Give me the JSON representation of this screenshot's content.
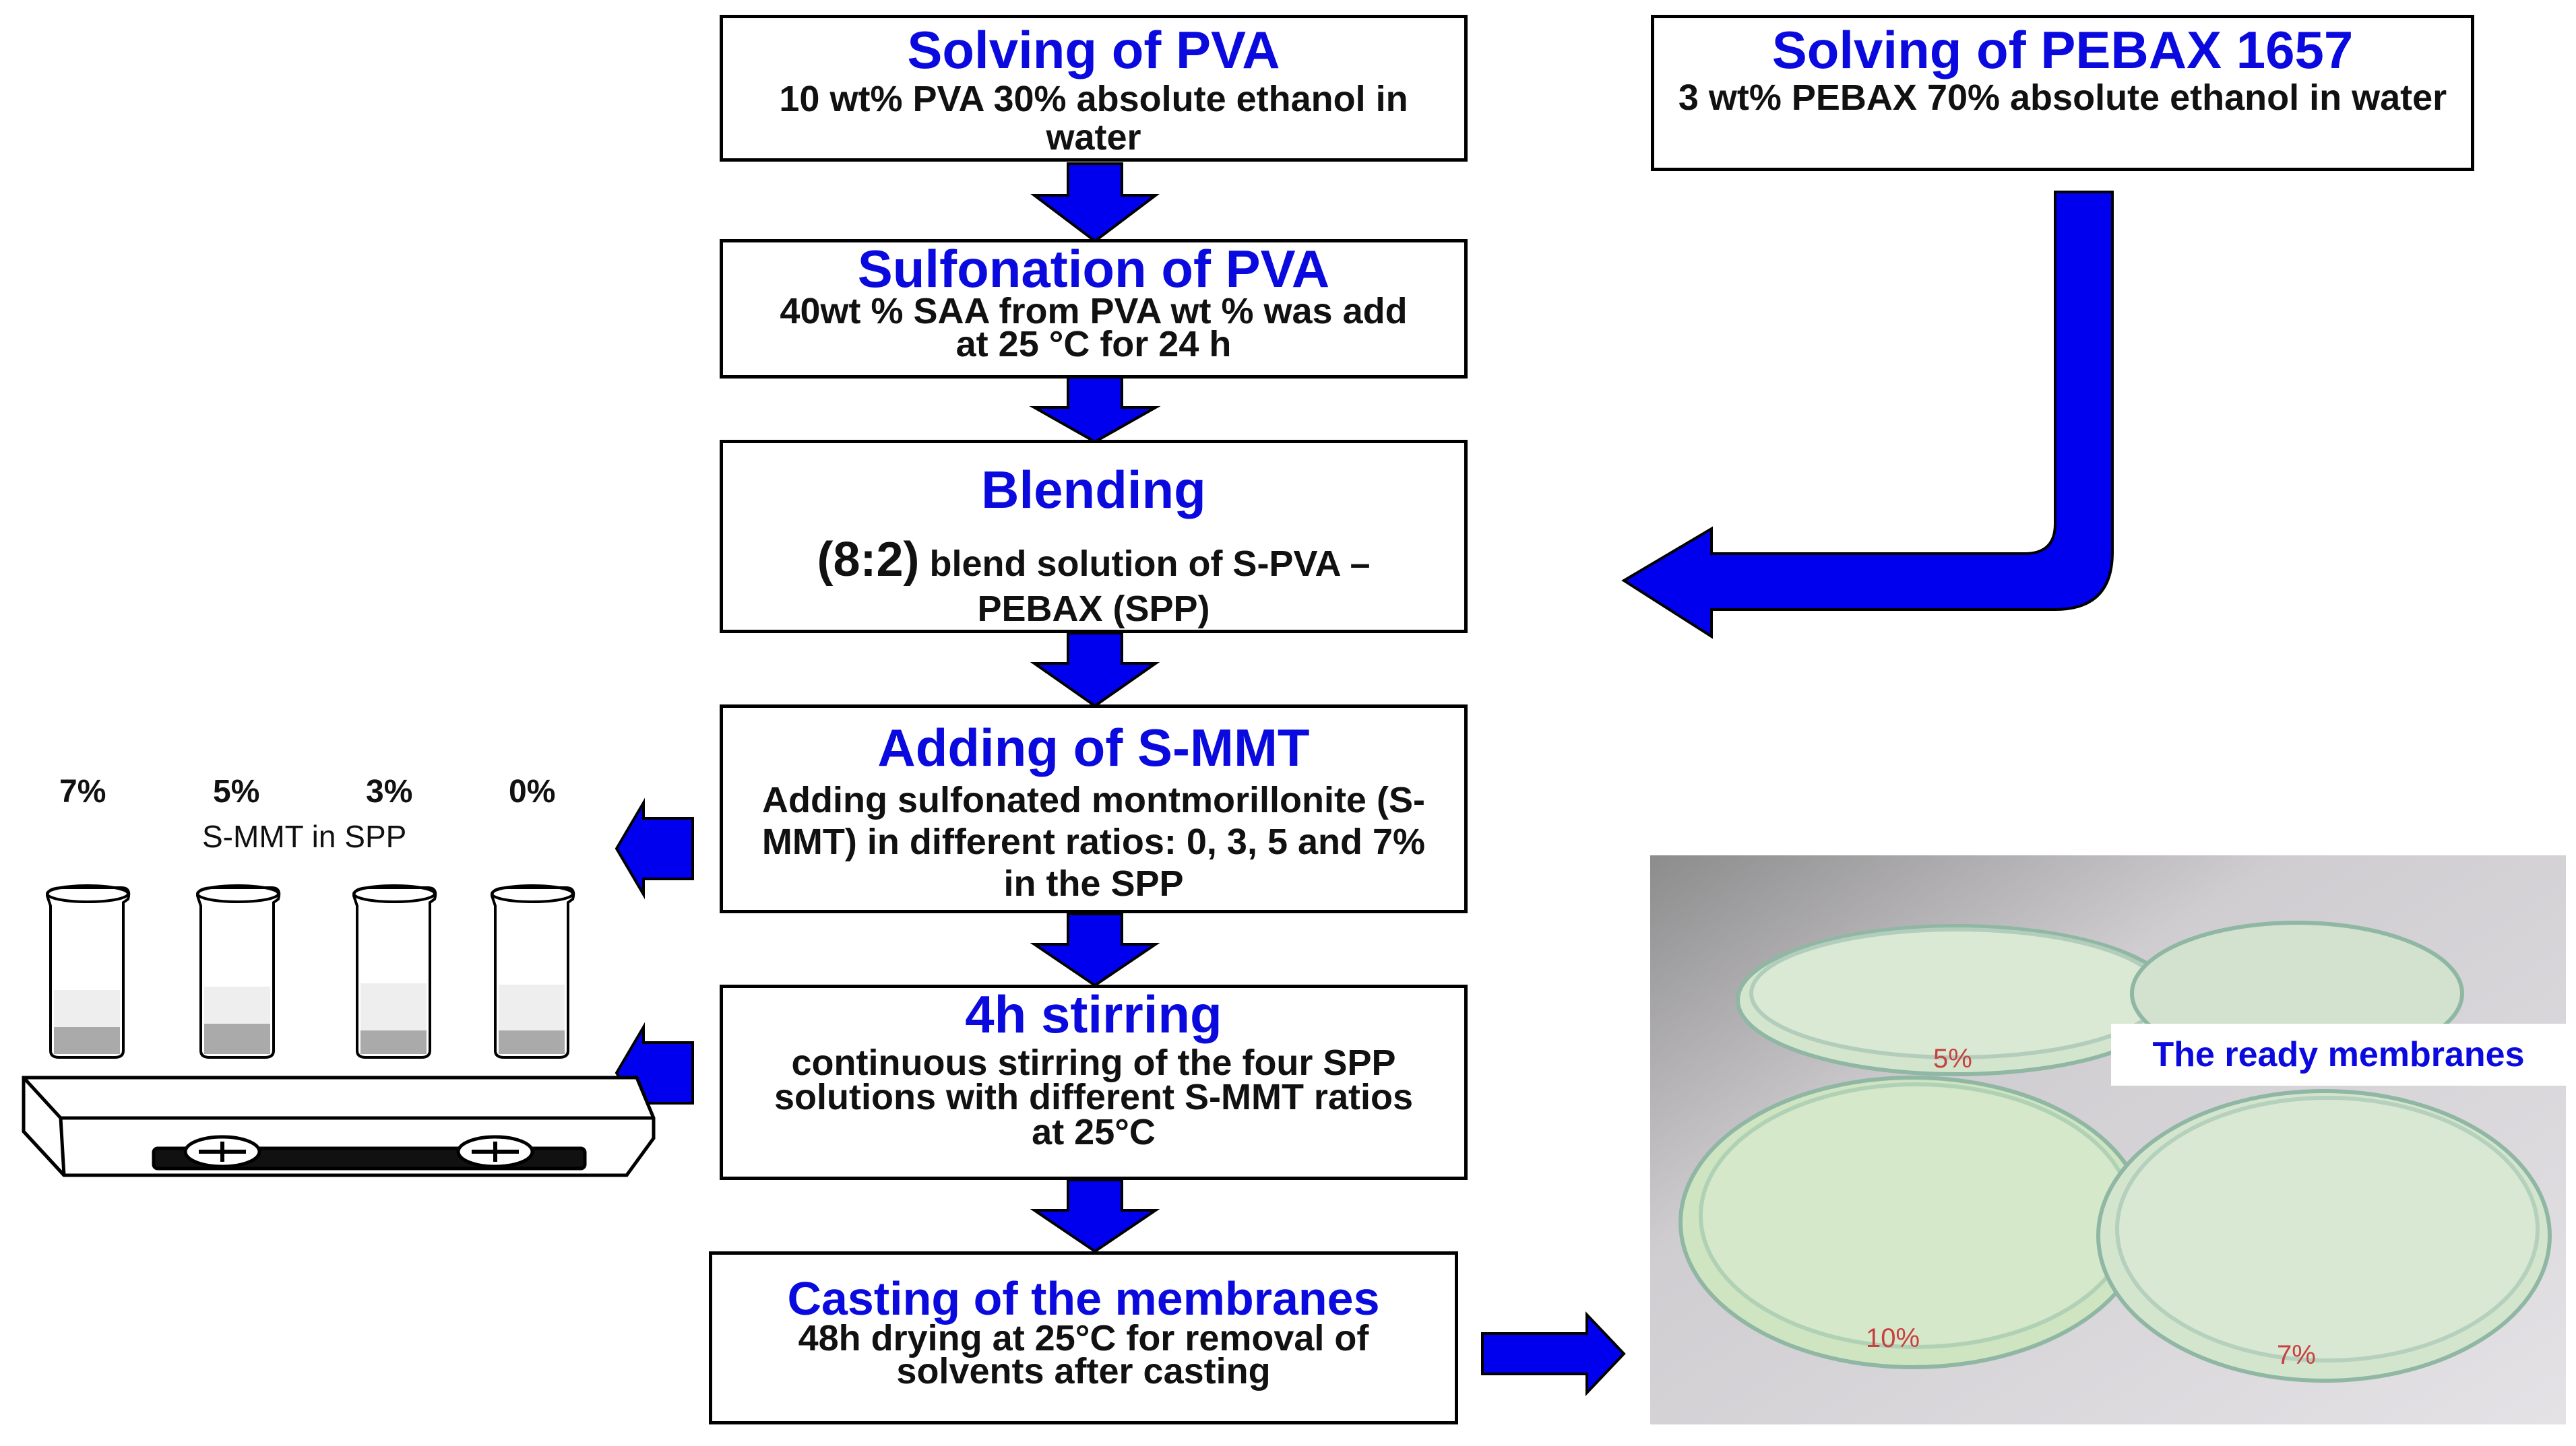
{
  "steps": {
    "pva": {
      "title": "Solving of PVA",
      "text": "10 wt% PVA  30% absolute ethanol in water"
    },
    "pebax": {
      "title": "Solving of PEBAX 1657",
      "text": "3 wt% PEBAX  70% absolute ethanol in water"
    },
    "sulfonation": {
      "title": "Sulfonation of PVA",
      "line1": "40wt % SAA from PVA wt % was add",
      "line2": "at 25 °C for 24 h"
    },
    "blending": {
      "title": "Blending",
      "ratio": "(8:2)",
      "text1": " blend solution of S-PVA –",
      "text2": "PEBAX (SPP)"
    },
    "adding": {
      "title": "Adding of S-MMT",
      "text": "Adding sulfonated montmorillonite (S-MMT) in different ratios: 0, 3, 5 and 7% in the SPP"
    },
    "stirring": {
      "title": "4h stirring",
      "text": "continuous stirring of the four SPP solutions with different S-MMT ratios at 25°C"
    },
    "casting": {
      "title": "Casting of the membranes",
      "line1": "48h drying at 25°C for removal of",
      "line2": "solvents after casting"
    }
  },
  "beakers": {
    "percents": [
      "7%",
      "5%",
      "3%",
      "0%"
    ],
    "caption": "S-MMT in SPP"
  },
  "photo": {
    "label": "The ready membranes",
    "dish_labels": [
      "5%",
      "10%",
      "7%"
    ]
  },
  "colors": {
    "accent_blue": "#0a0adf",
    "arrow_blue": "#0000ee"
  }
}
